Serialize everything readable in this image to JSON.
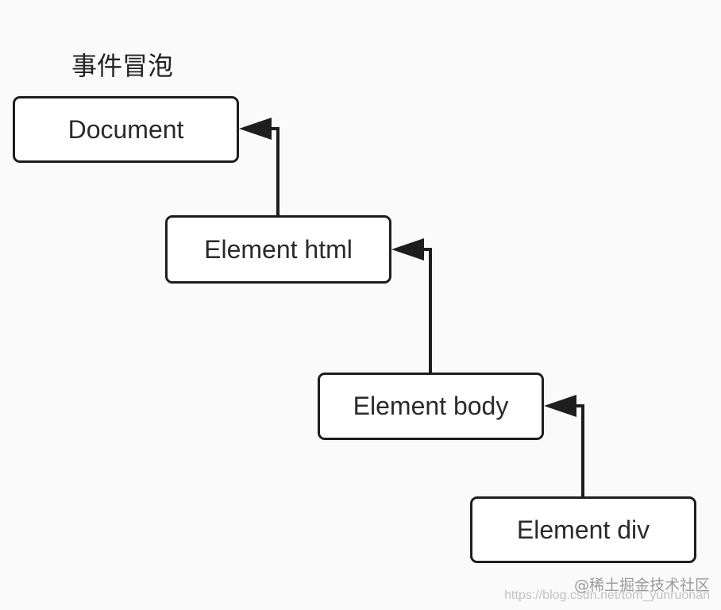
{
  "title": "事件冒泡",
  "nodes": [
    {
      "id": "document",
      "label": "Document"
    },
    {
      "id": "html",
      "label": "Element html"
    },
    {
      "id": "body",
      "label": "Element body"
    },
    {
      "id": "div",
      "label": "Element div"
    }
  ],
  "edges": [
    {
      "from": "html",
      "to": "document"
    },
    {
      "from": "body",
      "to": "html"
    },
    {
      "from": "div",
      "to": "body"
    }
  ],
  "watermark": {
    "site": "@稀土掘金技术社区",
    "url": "https://blog.csdn.net/tom_yunruohan"
  }
}
